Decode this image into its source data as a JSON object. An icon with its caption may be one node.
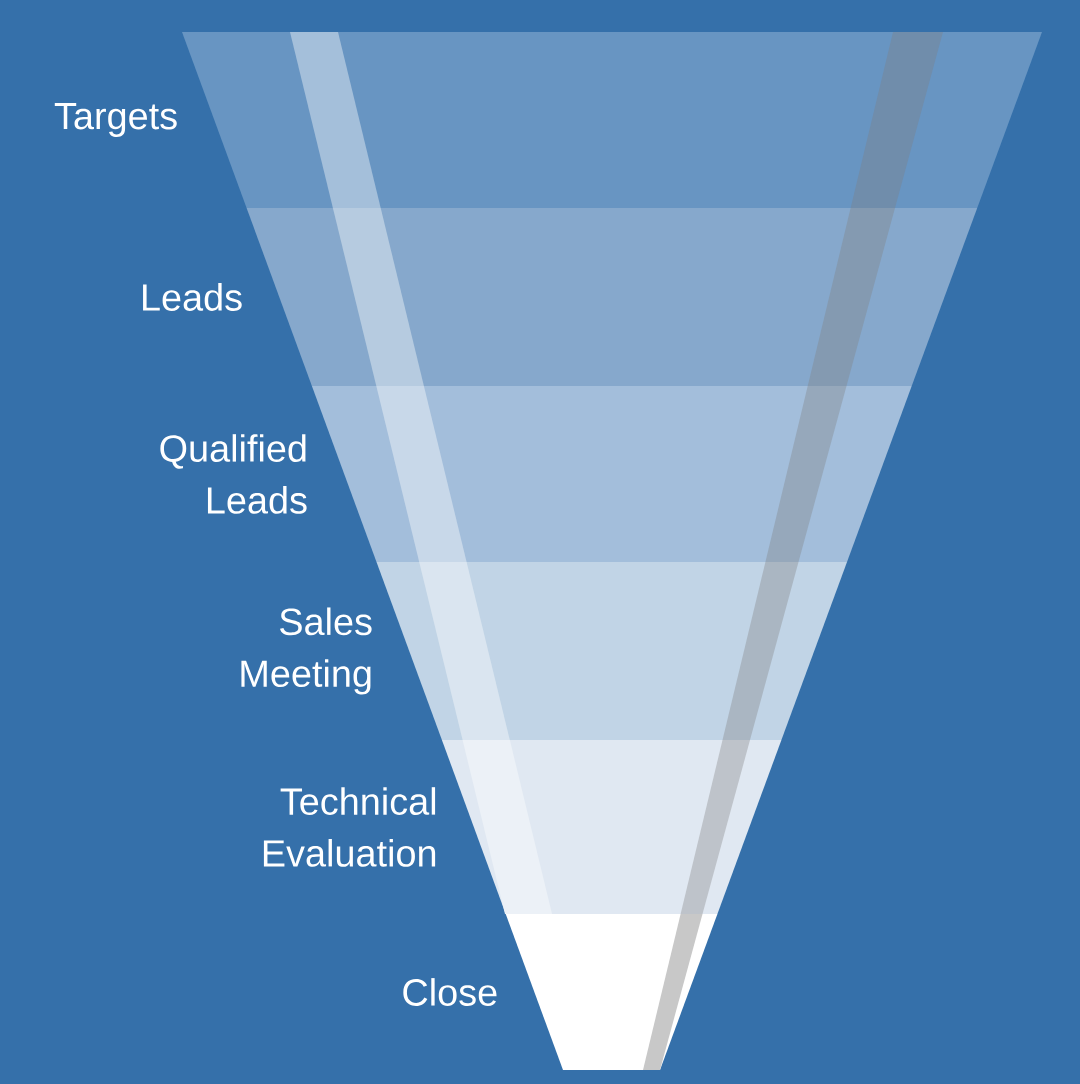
{
  "diagram": {
    "nodes": [
      {
        "text": [
          "Targets"
        ]
      },
      {
        "text": [
          "Leads"
        ]
      },
      {
        "text": [
          "Qualified Leads"
        ]
      },
      {
        "text": [
          "Sales Meeting"
        ]
      },
      {
        "text": [
          "Technical Evaluation"
        ]
      },
      {
        "text": [
          "Close"
        ]
      }
    ]
  }
}
